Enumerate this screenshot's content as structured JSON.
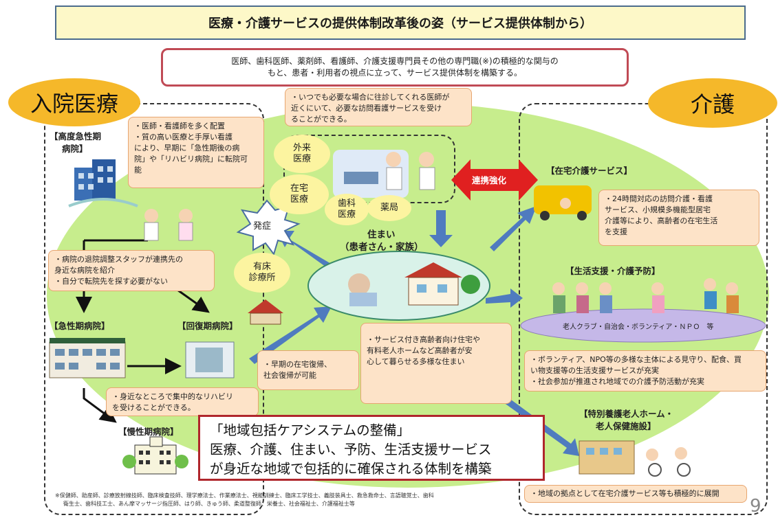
{
  "title": "医療・介護サービスの提供体制改革後の姿（サービス提供体制から）",
  "principle": {
    "line1": "医師、歯科医師、薬剤師、看護師、介護支援専門員その他の専門職(※)の積極的な関与の",
    "line2": "もと、患者・利用者の視点に立って、サービス提供体制を構築する。"
  },
  "left_label": "入院医療",
  "right_label": "介護",
  "left": {
    "acute_heading_1": "【高度急性期",
    "acute_heading_2": "病院】",
    "note_staff": [
      "・医師・看護師を多く配置",
      "・質の高い医療と手厚い看護",
      "により、早期に「急性期後の病",
      "院」や「リハビリ病院」に転院可",
      "能"
    ],
    "note_transfer": [
      "・病院の退院調整スタッフが連携先の",
      "身近な病院を紹介",
      "・自分で転院先を探す必要がない"
    ],
    "acute_hospital": "【急性期病院】",
    "recovery_hospital": "【回復期病院】",
    "note_rehab": [
      "・身近なところで集中的なリハビリ",
      "を受けることができる。"
    ],
    "chronic_hospital": "【慢性期病院】"
  },
  "center": {
    "note_doctor": [
      "・いつでも必要な場合に往診してくれる医師が",
      "近くにいて、必要な訪問看護サービスを受け",
      "ることができる。"
    ],
    "outpatient": [
      "外来",
      "医療"
    ],
    "homecare": [
      "在宅",
      "医療"
    ],
    "dental": [
      "歯科",
      "医療"
    ],
    "pharmacy": "薬局",
    "onset": "発症",
    "clinic": [
      "有床",
      "診療所"
    ],
    "home_title": "住まい",
    "home_subtitle": "（患者さん・家族）",
    "note_return": [
      "・早期の在宅復帰、",
      "社会復帰が可能"
    ],
    "note_housing": [
      "・サービス付き高齢者向け住宅や",
      "有料老人ホームなど高齢者が安",
      "心して暮らせる多様な住まい"
    ],
    "link_label": "連携強化"
  },
  "right": {
    "homecare_heading": "【在宅介護サービス】",
    "note_homecare": [
      "・24時間対応の訪問介護・看護",
      "サービス、小規模多機能型居宅",
      "介護等により、高齢者の在宅生活",
      "を支援"
    ],
    "support_heading": "【生活支援・介護予防】",
    "community_label": "老人クラブ・自治会・ボランティア・ＮＰＯ　等",
    "note_support": [
      "・ボランティア、NPO等の多様な主体による見守り、配食、買",
      "い物支援等の生活支援サービスが充実",
      "・社会参加が推進され地域での介護予防活動が充実"
    ],
    "facility_heading_1": "【特別養護老人ホーム・",
    "facility_heading_2": "老人保健施設】",
    "note_facility": "・地域の拠点として在宅介護サービス等も積極的に展開"
  },
  "bottom": {
    "line1": "「地域包括ケアシステムの整備」",
    "line2": "医療、介護、住まい、予防、生活支援サービス",
    "line3": "が身近な地域で包括的に確保される体制を構築"
  },
  "footnote": {
    "line1": "※保健師、助産師、診療放射線技師、臨床検査技師、理学療法士、作業療法士、視能訓練士、臨床工学技士、義肢装具士、救急救命士、言語聴覚士、歯科",
    "line2": "衛生士、歯科技工士、あん摩マッサージ指圧師、はり師、きゅう師、柔道整復師、栄養士、社会福祉士、介護福祉士等"
  },
  "page_number": "9",
  "colors": {
    "green_area": "#c7ed8d",
    "orange_label": "#f5b82a",
    "note_fill": "#fde3c8",
    "arrow_blue": "#4f7bbf",
    "link_red": "#e02020",
    "frame_red": "#b0262c"
  }
}
